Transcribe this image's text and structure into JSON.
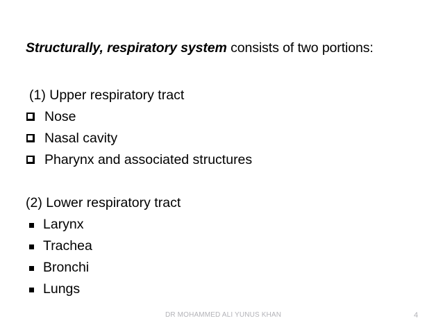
{
  "slide": {
    "title": {
      "emphasis": "Structurally, respiratory system",
      "rest": " consists of two portions:"
    },
    "sections": [
      {
        "heading": "(1) Upper respiratory tract",
        "bullet_style": "hollow-square",
        "items": [
          "Nose",
          "Nasal cavity",
          "Pharynx and associated structures"
        ]
      },
      {
        "heading": "(2) Lower respiratory tract",
        "bullet_style": "filled-square",
        "items": [
          "Larynx",
          "Trachea",
          "Bronchi",
          "Lungs"
        ]
      }
    ],
    "footer": {
      "author": "DR MOHAMMED ALI YUNUS KHAN",
      "page_number": "4"
    },
    "colors": {
      "background": "#ffffff",
      "body_text": "#000000",
      "footer_text": "#b3b3b8"
    }
  }
}
